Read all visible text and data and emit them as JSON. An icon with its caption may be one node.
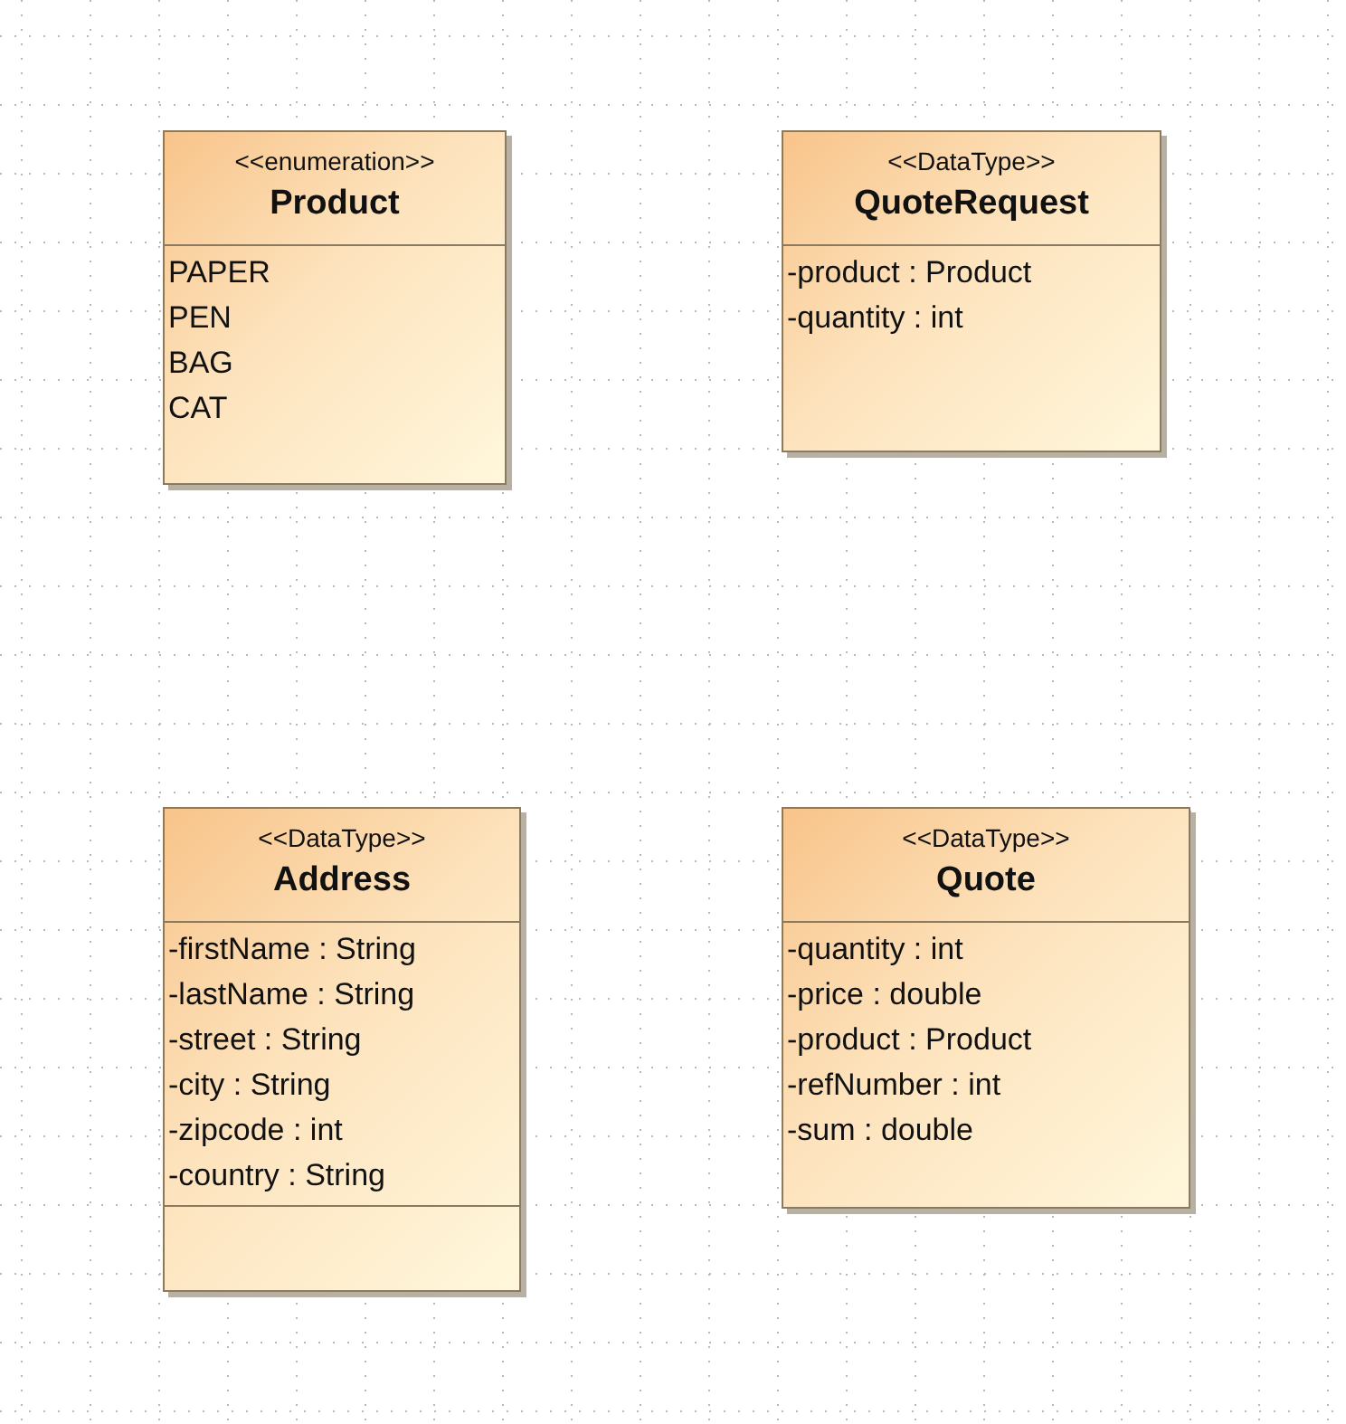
{
  "diagram": {
    "nodes": [
      {
        "text": [
          "<<enumeration>>",
          "Product",
          "PAPER",
          "PEN",
          "BAG",
          "CAT"
        ]
      },
      {
        "text": [
          "<<DataType>>",
          "QuoteRequest",
          "-product : Product",
          "-quantity : int"
        ]
      },
      {
        "text": [
          "<<DataType>>",
          "Address",
          "-firstName : String",
          "-lastName : String",
          "-street : String",
          "-city : String",
          "-zipcode : int",
          "-country : String"
        ]
      },
      {
        "text": [
          "<<DataType>>",
          "Quote",
          "-quantity : int",
          "-price : double",
          "-product : Product",
          "-refNumber : int",
          "-sum : double"
        ]
      }
    ]
  }
}
